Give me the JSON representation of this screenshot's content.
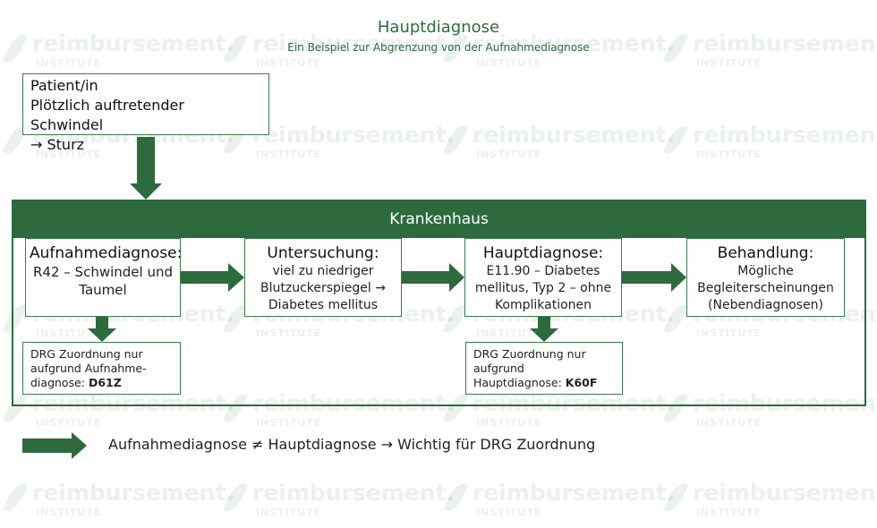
{
  "header": {
    "title": "Hauptdiagnose",
    "subtitle": "Ein Beispiel zur Abgrenzung von der Aufnahmediagnose"
  },
  "patient": {
    "line1": "Patient/in",
    "line2": "Plötzlich auftretender Schwindel",
    "line3": "→ Sturz"
  },
  "hospital": {
    "label": "Krankenhaus"
  },
  "steps": [
    {
      "head": "Aufnahmediagnose:",
      "body": "R42 – Schwindel und Taumel"
    },
    {
      "head": "Untersuchung:",
      "body": "viel zu niedriger Blutzuckerspiegel → Diabetes mellitus"
    },
    {
      "head": "Hauptdiagnose:",
      "body": "E11.90 – Diabetes mellitus, Typ 2 – ohne Komplikationen"
    },
    {
      "head": "Behandlung:",
      "body": "Mögliche Begleiterscheinungen (Nebendiagnosen)"
    }
  ],
  "drg_admission": {
    "text": "DRG Zuordnung nur aufgrund Aufnahme-diagnose:",
    "code": "D61Z"
  },
  "drg_main": {
    "text": "DRG Zuordnung nur aufgrund Hauptdiagnose:",
    "code": "K60F"
  },
  "legend": {
    "text": "Aufnahmediagnose ≠ Hauptdiagnose → Wichtig für DRG Zuordnung"
  },
  "watermark": {
    "word": "reimbursement.",
    "sub": "INSTITUTE"
  },
  "colors": {
    "accent": "#2d6b3e",
    "border": "#3b7a4a",
    "background": "#ffffff"
  }
}
